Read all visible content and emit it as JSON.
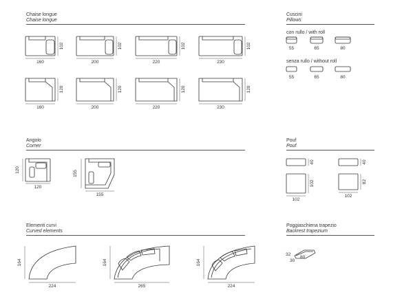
{
  "sections": {
    "chaise": {
      "title": "Chaise longue",
      "subtitle": "Chaise longue"
    },
    "pillows": {
      "title": "Cuscini",
      "subtitle": "Pillows",
      "with_roll": "con rullo / with roll",
      "without_roll": "senza rullo / without roll"
    },
    "corner": {
      "title": "Angolo",
      "subtitle": "Corner"
    },
    "pouf": {
      "title": "Pouf",
      "subtitle": "Pouf"
    },
    "curved": {
      "title": "Elementi curvi",
      "subtitle": "Curved elements"
    },
    "backrest": {
      "title": "Poggiaschiena trapezio",
      "subtitle": "Backrest trapezium"
    }
  },
  "dims": {
    "chaise_row1": [
      "160",
      "200",
      "220",
      "230"
    ],
    "chaise_row1_depth": "102",
    "chaise_row2": [
      "160",
      "200",
      "220",
      "230"
    ],
    "chaise_row2_depth": "120",
    "pillows_with_roll": [
      "55",
      "65",
      "80"
    ],
    "pillows_without_roll": [
      "55",
      "65",
      "80"
    ],
    "corner_small_w": "120",
    "corner_small_d": "120",
    "corner_large_w": "155",
    "corner_large_d": "155",
    "pouf_height": "40",
    "pouf_small_w": "102",
    "pouf_small_d": "102",
    "pouf_large_w": "102",
    "pouf_large_d": "82",
    "curved_depth": "164",
    "curved_w": [
      "224",
      "265",
      "224"
    ],
    "trap_a": "32",
    "trap_b": "30",
    "trap_c": "80"
  }
}
